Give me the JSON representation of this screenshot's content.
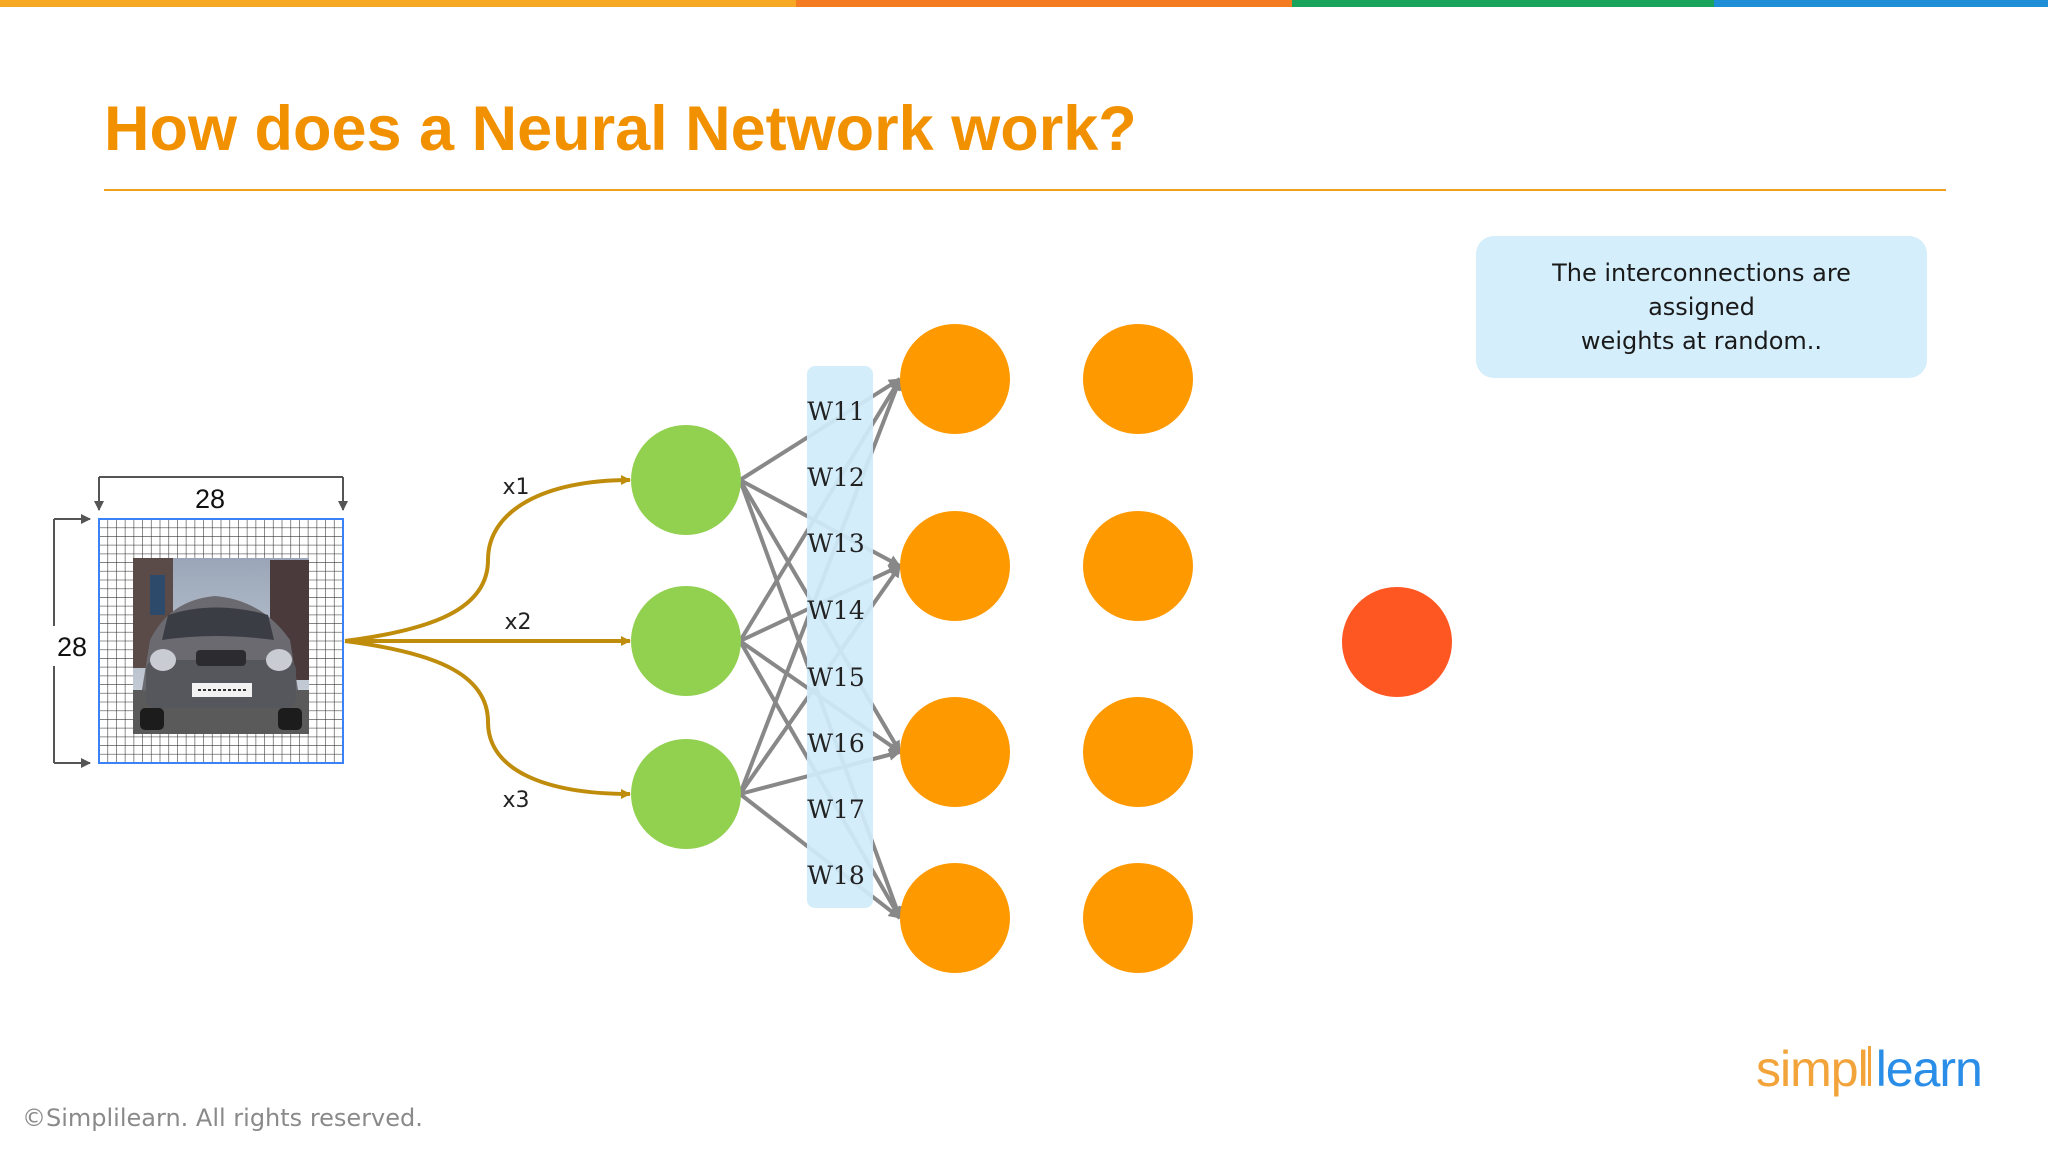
{
  "title": "How does a Neural Network work?",
  "callout": {
    "line1": "The interconnections are assigned",
    "line2": "weights at  random.."
  },
  "image_grid": {
    "width_label": "28",
    "height_label": "28"
  },
  "inputs": [
    "x1",
    "x2",
    "x3"
  ],
  "weights": [
    "W11",
    "W12",
    "W13",
    "W14",
    "W15",
    "W16",
    "W17",
    "W18"
  ],
  "footer": {
    "copyright": "©Simplilearn. All rights reserved.",
    "logo_left": "simpl",
    "logo_right": "learn"
  },
  "colors": {
    "title": "#f29100",
    "rule": "#f0a020",
    "input_node": "#92d050",
    "hidden_node": "#ff9900",
    "output_node": "#ff5722",
    "weight_band": "#d0ecfb",
    "callout_bg": "#d4eefb",
    "input_arrow": "#c08c0c",
    "connection": "#888888",
    "grid_line": "#333333",
    "grid_border": "#3b82f6",
    "dimension_arrow": "#555555",
    "logo_left": "#f2a33a",
    "logo_right": "#2a8ee8",
    "topbar": [
      "#f7a823",
      "#f47b20",
      "#1aa35b",
      "#1e8fd6"
    ]
  }
}
